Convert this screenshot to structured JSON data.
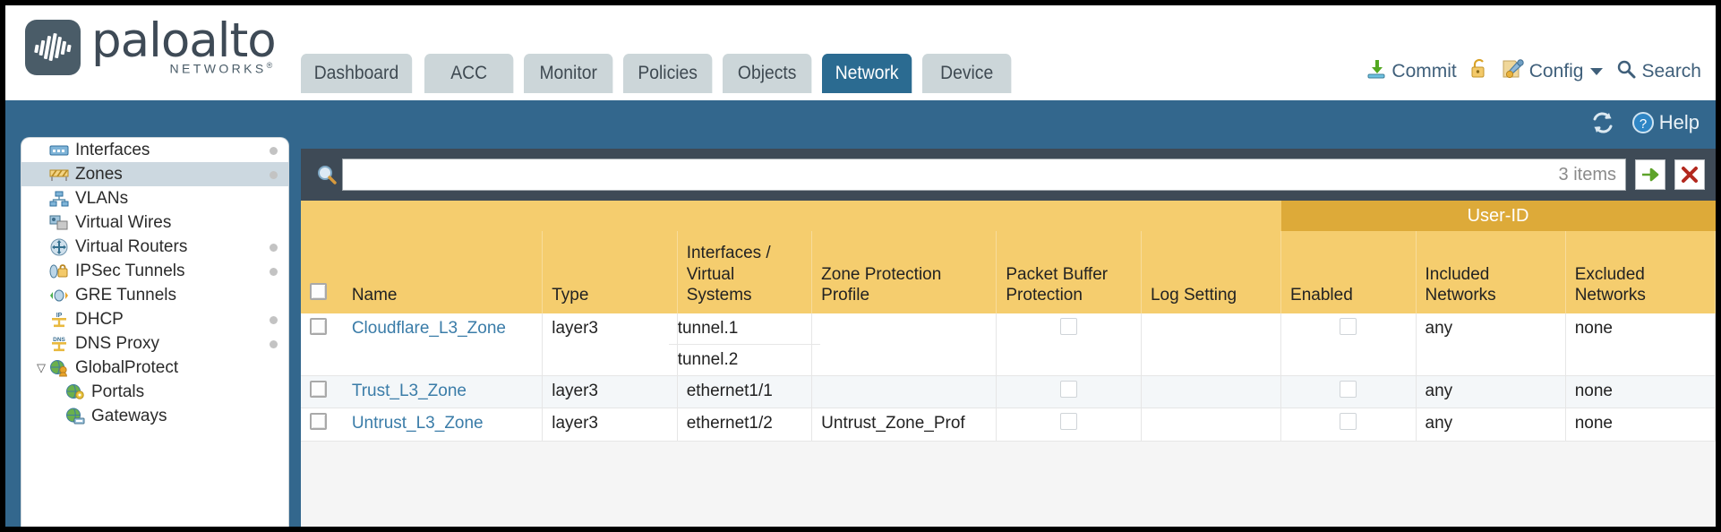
{
  "brand": {
    "name": "paloalto",
    "tagline": "NETWORKS",
    "registered": "®"
  },
  "nav_tabs": [
    {
      "label": "Dashboard",
      "active": false
    },
    {
      "label": "ACC",
      "active": false
    },
    {
      "label": "Monitor",
      "active": false
    },
    {
      "label": "Policies",
      "active": false
    },
    {
      "label": "Objects",
      "active": false
    },
    {
      "label": "Network",
      "active": true
    },
    {
      "label": "Device",
      "active": false
    }
  ],
  "top_actions": {
    "commit": "Commit",
    "config": "Config",
    "search": "Search"
  },
  "blue_bar": {
    "help": "Help"
  },
  "sidebar": {
    "items": [
      {
        "label": "Interfaces",
        "icon": "interfaces-icon",
        "dot": true,
        "selected": false,
        "child": false,
        "expander": ""
      },
      {
        "label": "Zones",
        "icon": "zones-icon",
        "dot": true,
        "selected": true,
        "child": false,
        "expander": ""
      },
      {
        "label": "VLANs",
        "icon": "vlans-icon",
        "dot": false,
        "selected": false,
        "child": false,
        "expander": ""
      },
      {
        "label": "Virtual Wires",
        "icon": "virtual-wires-icon",
        "dot": false,
        "selected": false,
        "child": false,
        "expander": ""
      },
      {
        "label": "Virtual Routers",
        "icon": "virtual-routers-icon",
        "dot": true,
        "selected": false,
        "child": false,
        "expander": ""
      },
      {
        "label": "IPSec Tunnels",
        "icon": "ipsec-tunnels-icon",
        "dot": true,
        "selected": false,
        "child": false,
        "expander": ""
      },
      {
        "label": "GRE Tunnels",
        "icon": "gre-tunnels-icon",
        "dot": false,
        "selected": false,
        "child": false,
        "expander": ""
      },
      {
        "label": "DHCP",
        "icon": "dhcp-icon",
        "dot": true,
        "selected": false,
        "child": false,
        "expander": ""
      },
      {
        "label": "DNS Proxy",
        "icon": "dns-proxy-icon",
        "dot": true,
        "selected": false,
        "child": false,
        "expander": ""
      },
      {
        "label": "GlobalProtect",
        "icon": "globalprotect-icon",
        "dot": false,
        "selected": false,
        "child": false,
        "expander": "▽"
      },
      {
        "label": "Portals",
        "icon": "portals-icon",
        "dot": false,
        "selected": false,
        "child": true,
        "expander": ""
      },
      {
        "label": "Gateways",
        "icon": "gateways-icon",
        "dot": false,
        "selected": false,
        "child": true,
        "expander": ""
      }
    ]
  },
  "search": {
    "value": "",
    "placeholder": "",
    "items_count": "3 items"
  },
  "table": {
    "group_header": "User-ID",
    "columns": [
      "Name",
      "Type",
      "Interfaces / Virtual Systems",
      "Zone Protection Profile",
      "Packet Buffer Protection",
      "Log Setting",
      "Enabled",
      "Included Networks",
      "Excluded Networks"
    ],
    "columns_multiline": {
      "interfaces_l1": "Interfaces /",
      "interfaces_l2": "Virtual",
      "interfaces_l3": "Systems",
      "zone_protection_l1": "Zone Protection",
      "zone_protection_l2": "Profile",
      "packet_buffer_l1": "Packet Buffer",
      "packet_buffer_l2": "Protection",
      "included_l1": "Included",
      "included_l2": "Networks",
      "excluded_l1": "Excluded",
      "excluded_l2": "Networks"
    },
    "rows": [
      {
        "name": "Cloudflare_L3_Zone",
        "type": "layer3",
        "interfaces": [
          "tunnel.1",
          "tunnel.2"
        ],
        "zone_protection_profile": "",
        "packet_buffer_protection": false,
        "log_setting": "",
        "userid_enabled": false,
        "included_networks": "any",
        "excluded_networks": "none",
        "selected": false
      },
      {
        "name": "Trust_L3_Zone",
        "type": "layer3",
        "interfaces": [
          "ethernet1/1"
        ],
        "zone_protection_profile": "",
        "packet_buffer_protection": false,
        "log_setting": "",
        "userid_enabled": false,
        "included_networks": "any",
        "excluded_networks": "none",
        "selected": false
      },
      {
        "name": "Untrust_L3_Zone",
        "type": "layer3",
        "interfaces": [
          "ethernet1/2"
        ],
        "zone_protection_profile": "Untrust_Zone_Prof",
        "packet_buffer_protection": false,
        "log_setting": "",
        "userid_enabled": false,
        "included_networks": "any",
        "excluded_networks": "none",
        "selected": false
      }
    ]
  },
  "colors": {
    "brand_blue": "#33678d",
    "tab_active": "#2b6b91",
    "tab_inactive": "#ccd6d9",
    "table_header": "#f5cd6e",
    "table_group_header": "#ddaa39",
    "slate": "#3e4a56",
    "link": "#3a7ca8"
  }
}
